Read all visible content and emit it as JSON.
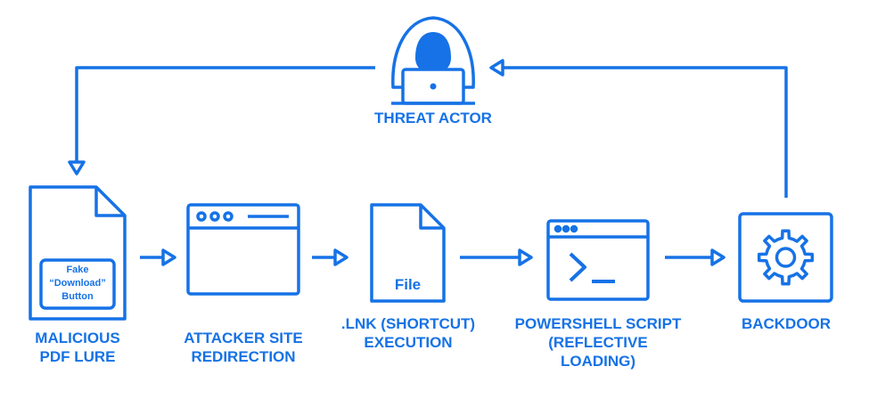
{
  "colors": {
    "accent": "#1672e6"
  },
  "threat_actor": {
    "label": "THREAT ACTOR"
  },
  "steps": [
    {
      "lines": [
        "MALICIOUS",
        "PDF LURE"
      ],
      "inner_lines": [
        "Fake",
        "“Download”",
        "Button"
      ]
    },
    {
      "lines": [
        "ATTACKER SITE",
        "REDIRECTION"
      ]
    },
    {
      "lines": [
        ".LNK (SHORTCUT)",
        "EXECUTION"
      ],
      "inner_label": "File"
    },
    {
      "lines": [
        "POWERSHELL SCRIPT",
        "(REFLECTIVE",
        "LOADING)"
      ]
    },
    {
      "lines": [
        "BACKDOOR"
      ]
    }
  ]
}
